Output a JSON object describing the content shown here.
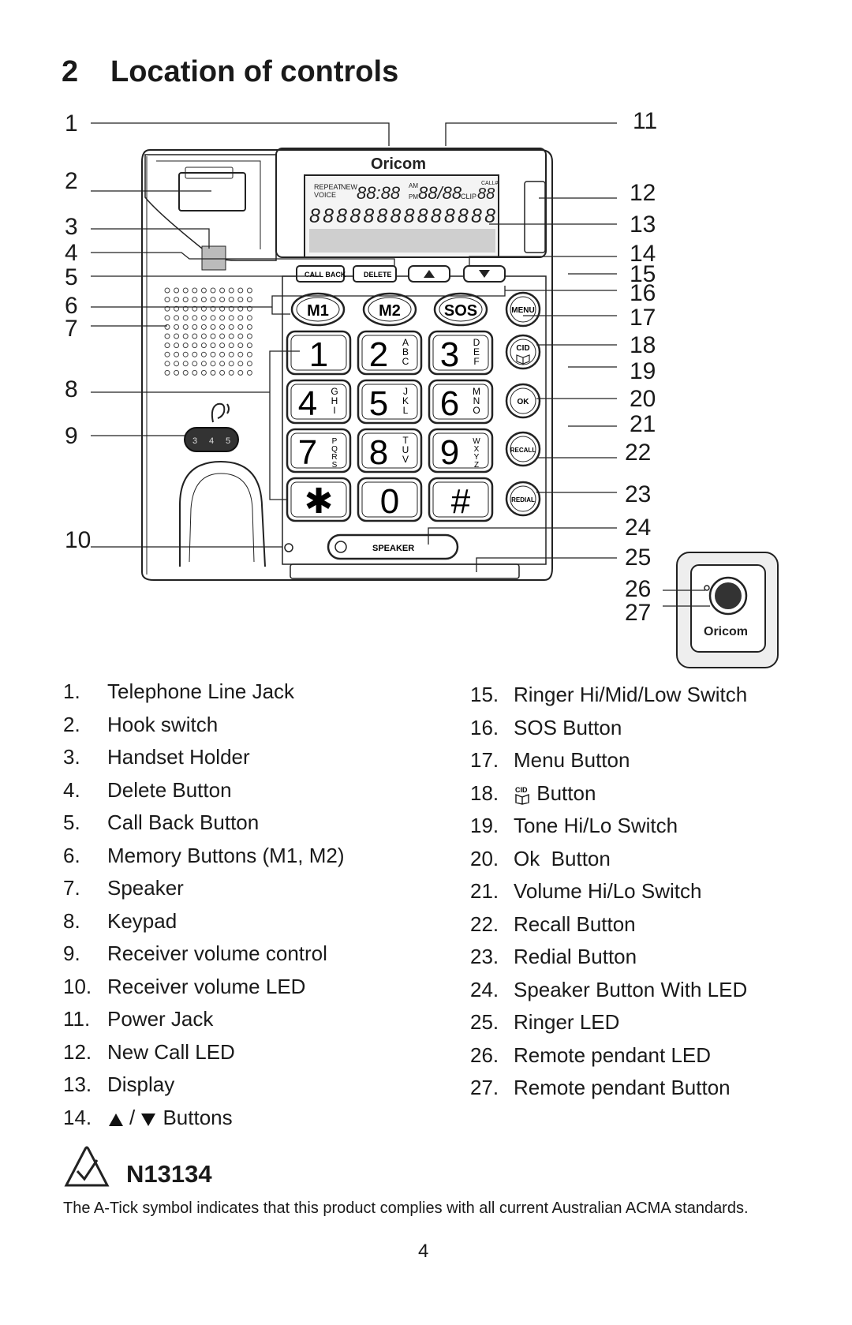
{
  "section": {
    "number": "2",
    "title": "Location of controls"
  },
  "diagram": {
    "brand": "Oricom",
    "callout_numbers": [
      "1",
      "2",
      "3",
      "4",
      "5",
      "6",
      "7",
      "8",
      "9",
      "10",
      "11",
      "12",
      "13",
      "14",
      "15",
      "16",
      "17",
      "18",
      "19",
      "20",
      "21",
      "22",
      "23",
      "24",
      "25",
      "26",
      "27"
    ],
    "lcd": {
      "repeat": "REPEAT",
      "new": "NEW",
      "voice": "VOICE",
      "time": "88:88",
      "am": "AM",
      "pm": "PM",
      "date": "88/88",
      "clip": "CLIP",
      "calls": "88",
      "call_label": "CALL#",
      "digits": "88888888888888"
    },
    "top_buttons": [
      "CALL BACK",
      "DELETE"
    ],
    "memory_buttons": [
      "M1",
      "M2",
      "SOS"
    ],
    "side_buttons": [
      "MENU",
      "CID",
      "OK",
      "RECALL",
      "REDIAL"
    ],
    "keypad": [
      {
        "digit": "1",
        "letters": ""
      },
      {
        "digit": "2",
        "letters": "ABC"
      },
      {
        "digit": "3",
        "letters": "DEF"
      },
      {
        "digit": "4",
        "letters": "GHI"
      },
      {
        "digit": "5",
        "letters": "JKL"
      },
      {
        "digit": "6",
        "letters": "MNO"
      },
      {
        "digit": "7",
        "letters": "PQRS"
      },
      {
        "digit": "8",
        "letters": "TUV"
      },
      {
        "digit": "9",
        "letters": "WXYZ"
      },
      {
        "digit": "✱",
        "letters": ""
      },
      {
        "digit": "0",
        "letters": ""
      },
      {
        "digit": "#",
        "letters": ""
      }
    ],
    "volume_marks": [
      "3",
      "4",
      "5"
    ],
    "speaker_button": "SPEAKER"
  },
  "legend_left": [
    {
      "n": "1.",
      "label": "Telephone Line Jack"
    },
    {
      "n": "2.",
      "label": "Hook switch"
    },
    {
      "n": "3.",
      "label": "Handset Holder"
    },
    {
      "n": "4.",
      "label": "Delete Button"
    },
    {
      "n": "5.",
      "label": "Call Back Button"
    },
    {
      "n": "6.",
      "label": "Memory Buttons (M1, M2)"
    },
    {
      "n": "7.",
      "label": "Speaker"
    },
    {
      "n": "8.",
      "label": "Keypad"
    },
    {
      "n": "9.",
      "label": "Receiver volume control"
    },
    {
      "n": "10.",
      "label": "Receiver volume LED"
    },
    {
      "n": "11.",
      "label": "Power Jack"
    },
    {
      "n": "12.",
      "label": "New Call LED"
    },
    {
      "n": "13.",
      "label": "Display"
    },
    {
      "n": "14.",
      "label": "Buttons",
      "icons": [
        "up-triangle-icon",
        "down-triangle-icon"
      ],
      "separator": "/"
    }
  ],
  "legend_right": [
    {
      "n": "15.",
      "label": "Ringer Hi/Mid/Low Switch"
    },
    {
      "n": "16.",
      "label": "SOS Button"
    },
    {
      "n": "17.",
      "label": "Menu Button"
    },
    {
      "n": "18.",
      "label": "Button",
      "icons": [
        "cid-book-icon"
      ]
    },
    {
      "n": "19.",
      "label": "Tone Hi/Lo Switch"
    },
    {
      "n": "20.",
      "label": "Ok  Button"
    },
    {
      "n": "21.",
      "label": "Volume Hi/Lo Switch"
    },
    {
      "n": "22.",
      "label": "Recall Button"
    },
    {
      "n": "23.",
      "label": "Redial Button"
    },
    {
      "n": "24.",
      "label": "Speaker Button With LED"
    },
    {
      "n": "25.",
      "label": "Ringer LED"
    },
    {
      "n": "26.",
      "label": "Remote pendant LED"
    },
    {
      "n": "27.",
      "label": "Remote pendant Button"
    }
  ],
  "certification": {
    "code": "N13134",
    "icon": "a-tick-icon"
  },
  "footnote": "The A-Tick symbol indicates that this product complies with all current Australian ACMA standards.",
  "page_number": "4"
}
